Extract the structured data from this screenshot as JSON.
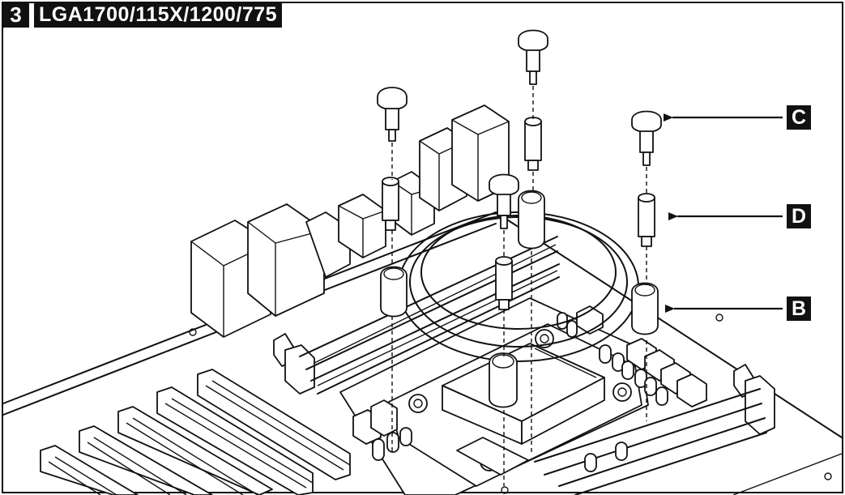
{
  "step": {
    "number": "3",
    "title": "LGA1700/115X/1200/775"
  },
  "callouts": [
    {
      "id": "c",
      "label": "C"
    },
    {
      "id": "d",
      "label": "D"
    },
    {
      "id": "b",
      "label": "B"
    }
  ],
  "colors": {
    "ink": "#111111",
    "paper": "#ffffff"
  }
}
